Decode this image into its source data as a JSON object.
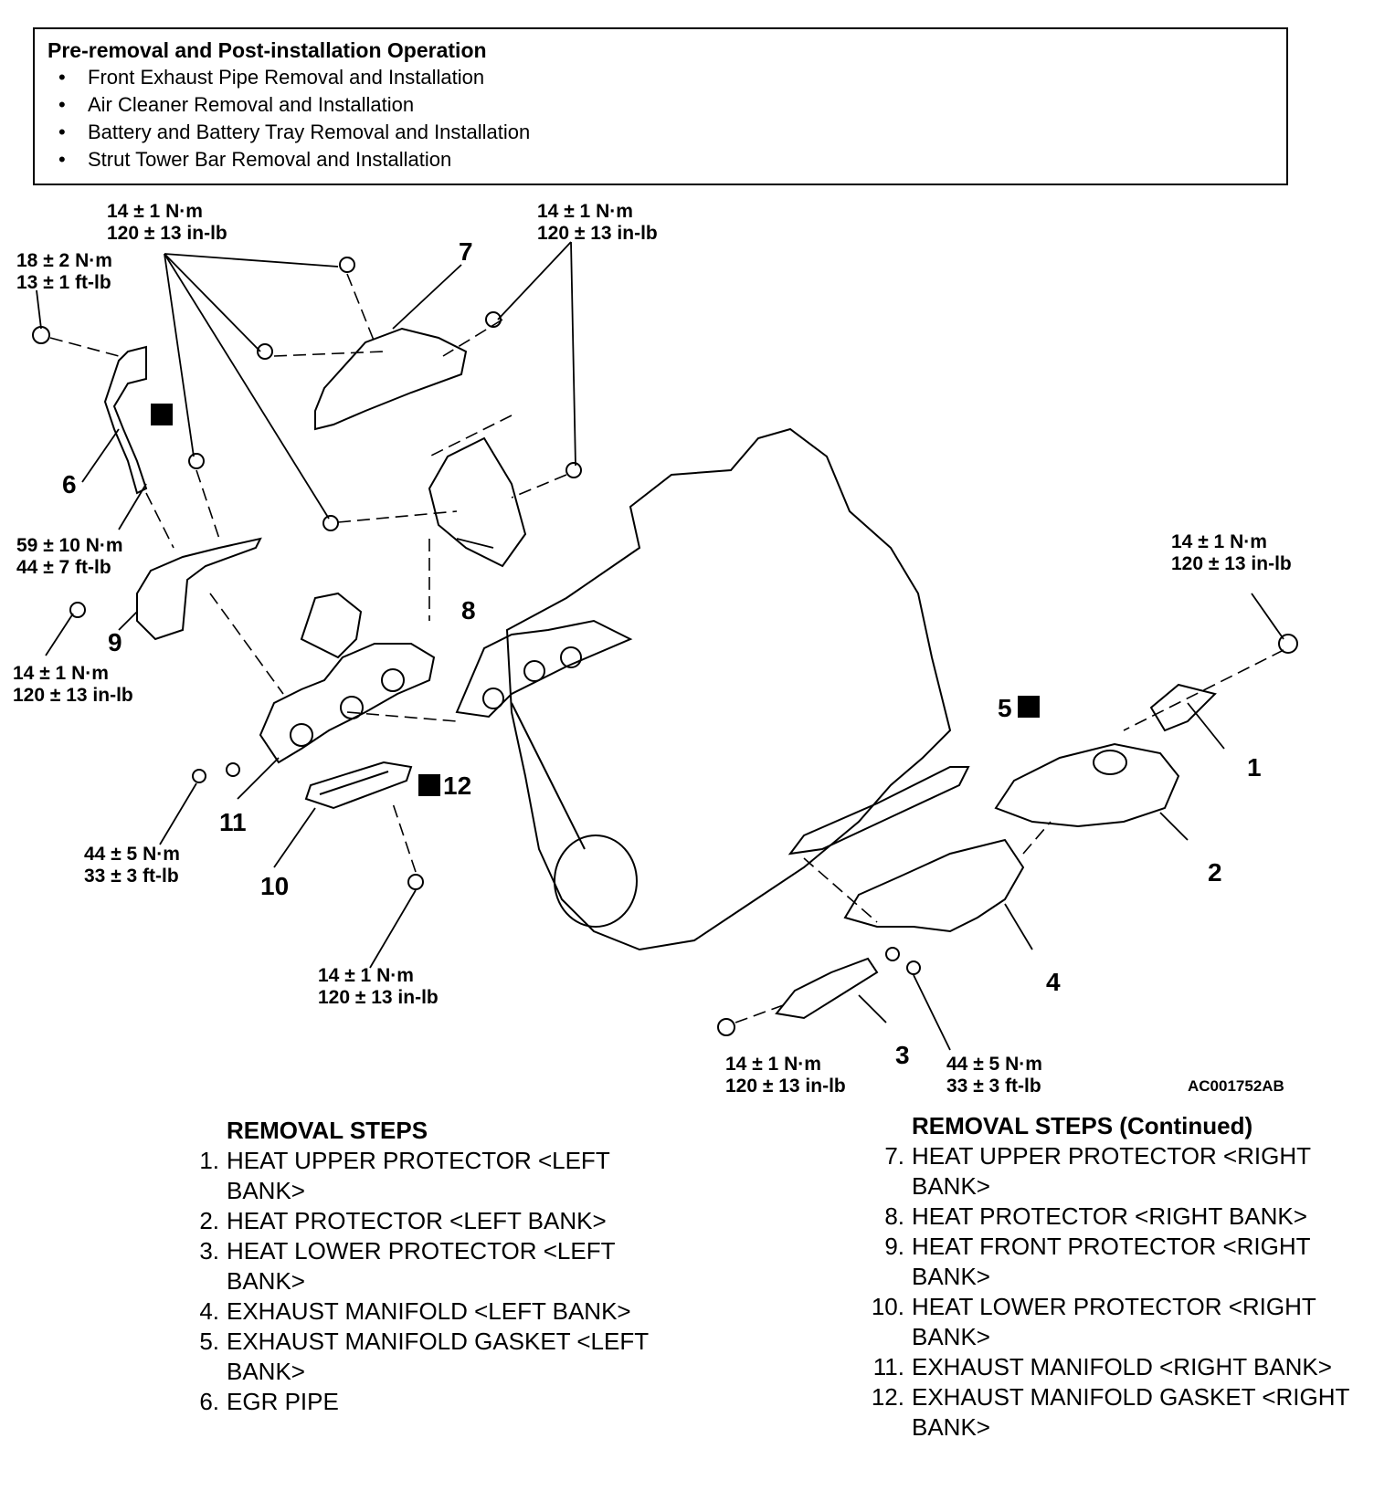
{
  "preop": {
    "title": "Pre-removal and Post-installation Operation",
    "items": [
      "Front Exhaust Pipe Removal and Installation",
      "Air Cleaner Removal and Installation",
      "Battery and Battery Tray Removal and Installation",
      "Strut Tower Bar Removal and Installation"
    ]
  },
  "diagram": {
    "figure_code": "AC001752AB",
    "torques": {
      "t1": [
        "14 ± 1 N·m",
        "120 ± 13 in-lb"
      ],
      "t2": [
        "18 ± 2 N·m",
        "13 ± 1 ft-lb"
      ],
      "t3": [
        "14 ± 1 N·m",
        "120 ± 13 in-lb"
      ],
      "t4": [
        "59 ± 10 N·m",
        "44 ± 7 ft-lb"
      ],
      "t5": [
        "14 ± 1 N·m",
        "120 ± 13 in-lb"
      ],
      "t6": [
        "44 ± 5 N·m",
        "33 ± 3 ft-lb"
      ],
      "t7": [
        "14 ± 1 N·m",
        "120 ± 13 in-lb"
      ],
      "t8": [
        "14 ± 1 N·m",
        "120 ± 13 in-lb"
      ],
      "t9": [
        "14 ± 1 N·m",
        "120 ± 13 in-lb"
      ],
      "t10": [
        "44 ± 5 N·m",
        "33 ± 3 ft-lb"
      ]
    },
    "callouts": [
      "1",
      "2",
      "3",
      "4",
      "5",
      "6",
      "7",
      "8",
      "9",
      "10",
      "11",
      "12"
    ],
    "new_part_mark": "N"
  },
  "steps": {
    "left_title": "REMOVAL STEPS",
    "left": [
      {
        "n": "1.",
        "text": "HEAT UPPER PROTECTOR <LEFT BANK>"
      },
      {
        "n": "2.",
        "text": "HEAT PROTECTOR <LEFT BANK>"
      },
      {
        "n": "3.",
        "text": "HEAT LOWER PROTECTOR <LEFT BANK>"
      },
      {
        "n": "4.",
        "text": "EXHAUST MANIFOLD <LEFT BANK>"
      },
      {
        "n": "5.",
        "text": "EXHAUST MANIFOLD GASKET <LEFT BANK>"
      },
      {
        "n": "6.",
        "text": "EGR PIPE"
      }
    ],
    "right_title": "REMOVAL STEPS (Continued)",
    "right": [
      {
        "n": "7.",
        "text": "HEAT UPPER PROTECTOR <RIGHT BANK>"
      },
      {
        "n": "8.",
        "text": "HEAT PROTECTOR <RIGHT BANK>"
      },
      {
        "n": "9.",
        "text": "HEAT FRONT PROTECTOR <RIGHT BANK>"
      },
      {
        "n": "10.",
        "text": "HEAT LOWER PROTECTOR <RIGHT BANK>"
      },
      {
        "n": "11.",
        "text": "EXHAUST MANIFOLD <RIGHT BANK>"
      },
      {
        "n": "12.",
        "text": "EXHAUST MANIFOLD GASKET <RIGHT BANK>"
      }
    ]
  }
}
